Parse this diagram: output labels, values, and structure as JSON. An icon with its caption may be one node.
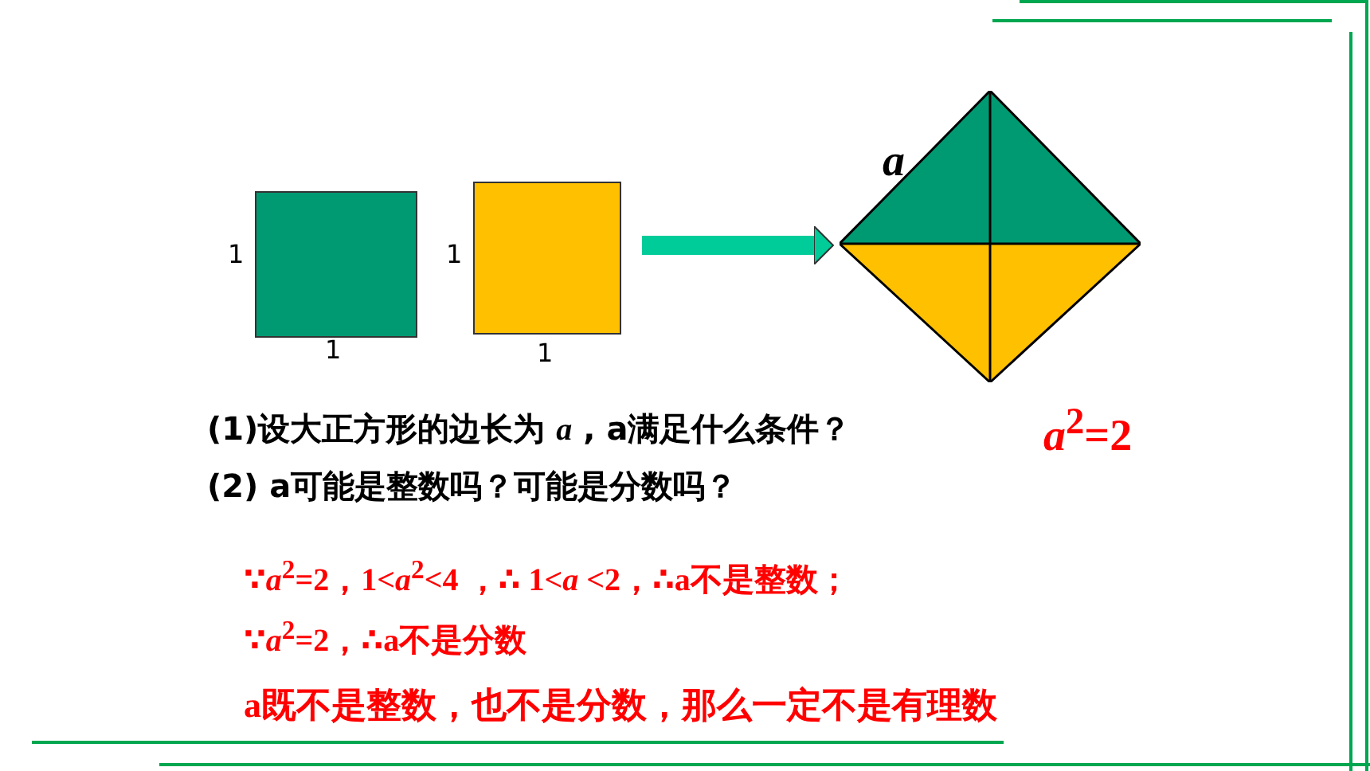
{
  "diagram": {
    "nodes": [
      {
        "text": [],
        "shape": "box",
        "beside": [
          "1",
          "1"
        ]
      },
      {
        "text": [],
        "shape": "box",
        "beside": [
          "1",
          "1"
        ]
      },
      {
        "text": [],
        "shape": "diamond",
        "beside": [
          "*a*"
        ]
      }
    ],
    "edges": [
      {
        "from": 1,
        "to": 2,
        "arrow": "to"
      }
    ],
    "labels": [
      "(1)设大正方形的边长为 *a* , a满足什么条件？",
      "*a*$^{2}$=2",
      "(2) a可能是整数吗？可能是分数吗？",
      "∵*a*$^{2}$=2，1<*a*$^{2}$<4 ，∴ 1<*a* <2，∴a不是整数；",
      "∵*a*$^{2}$=2，∴a不是分数",
      "a既不是整数，也不是分数，那么一定不是有理数"
    ]
  }
}
